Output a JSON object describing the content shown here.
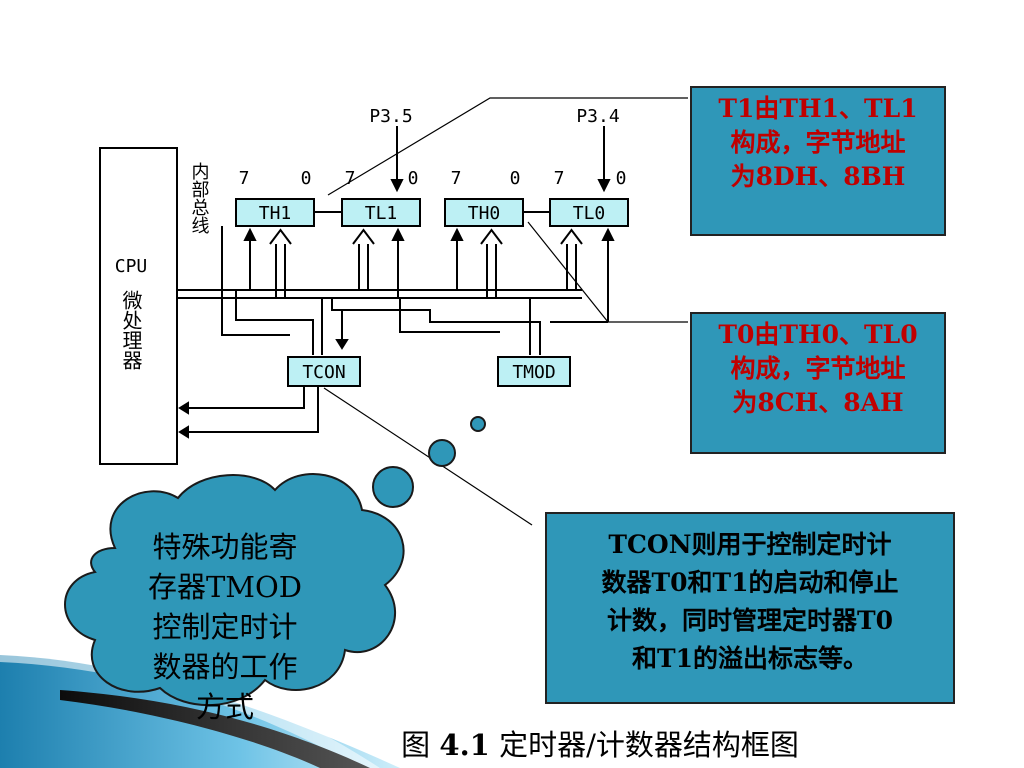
{
  "diagram": {
    "cpu_label": "CPU",
    "cpu_sub": "微处理器",
    "bus_label": "内部总线",
    "pins": [
      "P3.5",
      "P3.4"
    ],
    "bit_labels": [
      "7",
      "0",
      "7",
      "0",
      "7",
      "0",
      "7",
      "0"
    ],
    "registers": [
      "TH1",
      "TL1",
      "TH0",
      "TL0"
    ],
    "control_regs": [
      "TCON",
      "TMOD"
    ]
  },
  "callouts": {
    "t1": [
      "T1由TH1、TL1",
      "构成，字节地址",
      "为8DH、8BH"
    ],
    "t0": [
      "T0由TH0、TL0",
      "构成，字节地址",
      "为8CH、8AH"
    ],
    "tcon": [
      "TCON则用于控制定时计",
      "数器T0和T1的启动和停止",
      "计数，同时管理定时器T0",
      "和T1的溢出标志等。"
    ]
  },
  "cloud": [
    "特殊功能寄",
    "存器TMOD",
    "控制定时计",
    "数器的工作",
    "方式"
  ],
  "caption": {
    "prefix": "图",
    "number": "4.1",
    "title": "定时器/计数器结构框图"
  },
  "colors": {
    "register_fill": "#bdf0f4",
    "callout_fill": "#2f97b8",
    "cloud_fill": "#2f97b8",
    "red_text": "#c00000"
  }
}
